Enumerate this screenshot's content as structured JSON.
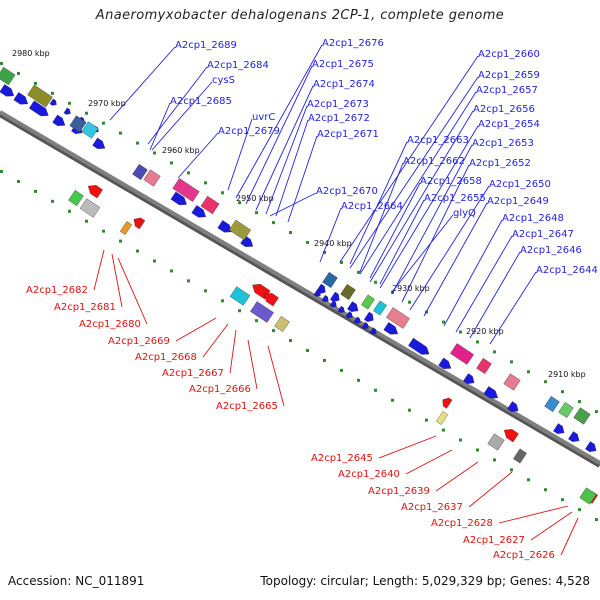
{
  "title": "Anaeromyxobacter dehalogenans 2CP-1, complete genome",
  "footer": {
    "accession": "Accession: NC_011891",
    "topology": "Topology: circular; Length: 5,029,329 bp; Genes: 4,528"
  },
  "colors": {
    "backbone": "#7f7f7f",
    "forward_label": "#2222dd",
    "reverse_label": "#dd1111",
    "forward_gene": "#1a1adf",
    "reverse_gene": "#ee1111",
    "tick": "#2e8b2e"
  },
  "scale_labels": [
    {
      "text": "2980 kbp"
    },
    {
      "text": "2970 kbp"
    },
    {
      "text": "2960 kbp"
    },
    {
      "text": "2950 kbp"
    },
    {
      "text": "2940 kbp"
    },
    {
      "text": "2930 kbp"
    },
    {
      "text": "2920 kbp"
    },
    {
      "text": "2910 kbp"
    }
  ],
  "forward_labels": [
    "A2cp1_2689",
    "A2cp1_2684",
    "cysS",
    "A2cp1_2685",
    "uvrC",
    "A2cp1_2679",
    "A2cp1_2676",
    "A2cp1_2675",
    "A2cp1_2674",
    "A2cp1_2673",
    "A2cp1_2672",
    "A2cp1_2671",
    "A2cp1_2670",
    "A2cp1_2664",
    "A2cp1_2663",
    "A2cp1_2662",
    "A2cp1_2658",
    "A2cp1_2655",
    "glyQ",
    "A2cp1_2660",
    "A2cp1_2659",
    "A2cp1_2657",
    "A2cp1_2656",
    "A2cp1_2654",
    "A2cp1_2653",
    "A2cp1_2652",
    "A2cp1_2650",
    "A2cp1_2649",
    "A2cp1_2648",
    "A2cp1_2647",
    "A2cp1_2646",
    "A2cp1_2644"
  ],
  "reverse_labels": [
    "A2cp1_2682",
    "A2cp1_2681",
    "A2cp1_2680",
    "A2cp1_2669",
    "A2cp1_2668",
    "A2cp1_2667",
    "A2cp1_2666",
    "A2cp1_2665",
    "A2cp1_2645",
    "A2cp1_2640",
    "A2cp1_2639",
    "A2cp1_2637",
    "A2cp1_2628",
    "A2cp1_2627",
    "A2cp1_2626"
  ]
}
